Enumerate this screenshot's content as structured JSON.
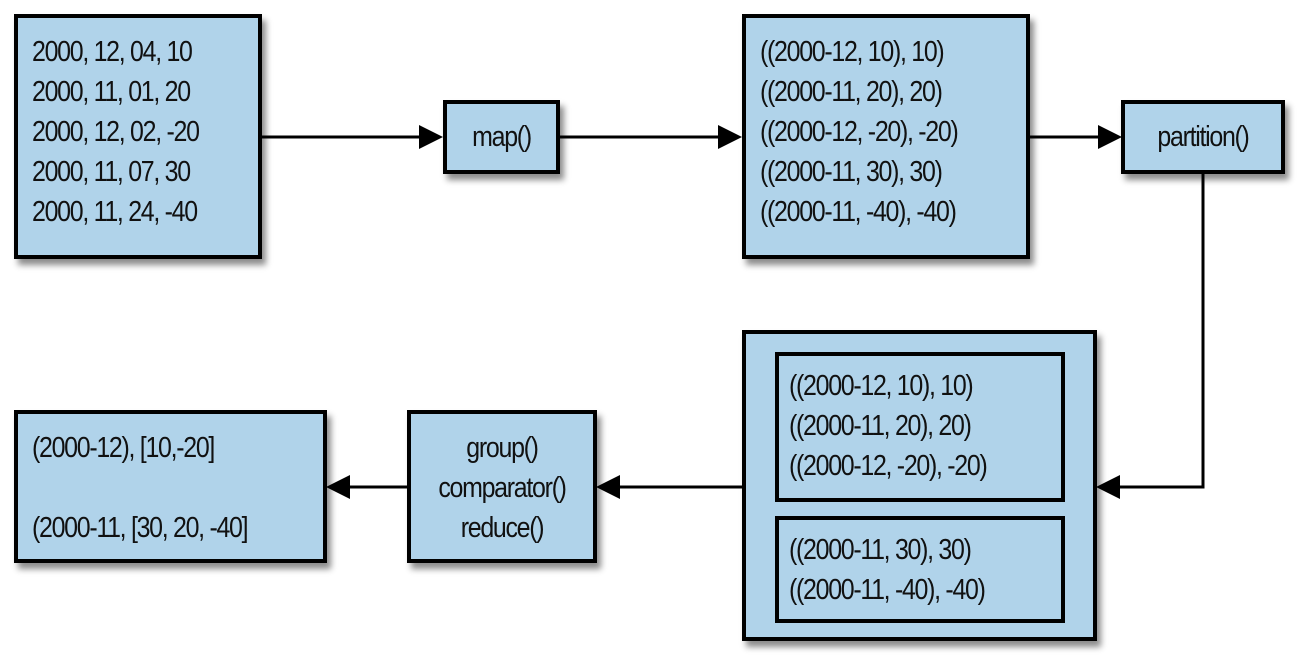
{
  "input": {
    "lines": [
      "2000, 12, 04, 10",
      "2000, 11, 01, 20",
      "2000, 12, 02, -20",
      "2000, 11, 07, 30",
      "2000, 11, 24, -40"
    ]
  },
  "map": {
    "label": "map()"
  },
  "mapped": {
    "lines": [
      "((2000-12, 10), 10)",
      "((2000-11, 20), 20)",
      "((2000-12, -20), -20)",
      "((2000-11, 30), 30)",
      "((2000-11, -40), -40)"
    ]
  },
  "partition": {
    "label": "partition()"
  },
  "partitions": [
    {
      "lines": [
        "((2000-12, 10), 10)",
        "((2000-11, 20), 20)",
        "((2000-12, -20), -20)"
      ]
    },
    {
      "lines": [
        "((2000-11, 30), 30)",
        "((2000-11, -40), -40)"
      ]
    }
  ],
  "group": {
    "lines": [
      "group()",
      "comparator()",
      "reduce()"
    ]
  },
  "output": {
    "lines": [
      "(2000-12), [10,-20]",
      "(2000-11, [30, 20, -40]"
    ]
  },
  "colors": {
    "box_fill": "#b0d3ea",
    "stroke": "#000000"
  }
}
